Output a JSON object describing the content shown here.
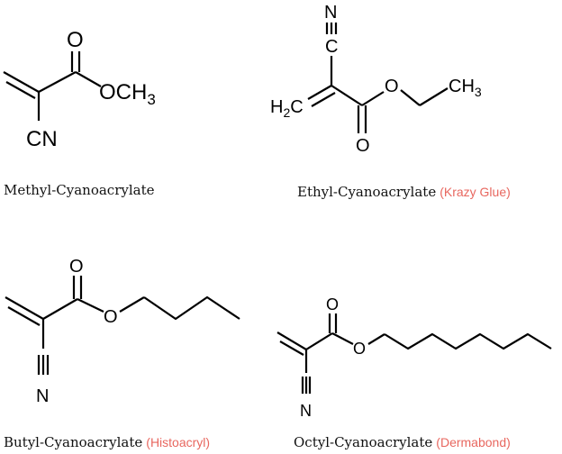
{
  "colors": {
    "ink": "#000000",
    "brand": "#e8675f",
    "background": "#ffffff"
  },
  "molecules": [
    {
      "caption": "Methyl-Cyanoacrylate",
      "brand": "",
      "labels": {
        "oxo": "O",
        "ester": "OCH",
        "ester_sub": "3",
        "nitrile": "CN"
      }
    },
    {
      "caption": "Ethyl-Cyanoacrylate",
      "brand": "(Krazy Glue)",
      "labels": {
        "nitrile_n": "N",
        "nitrile_c": "C",
        "methylene": "H",
        "methylene_sub": "2",
        "methylene_c": "C",
        "ester_o": "O",
        "carbonyl_o": "O",
        "terminal": "CH",
        "terminal_sub": "3"
      }
    },
    {
      "caption": "Butyl-Cyanoacrylate",
      "brand": "(Histoacryl)",
      "labels": {
        "oxo": "O",
        "ester_o": "O",
        "nitrile_n": "N"
      }
    },
    {
      "caption": "Octyl-Cyanoacrylate",
      "brand": "(Dermabond)",
      "labels": {
        "oxo": "O",
        "ester_o": "O",
        "nitrile_n": "N"
      }
    }
  ]
}
